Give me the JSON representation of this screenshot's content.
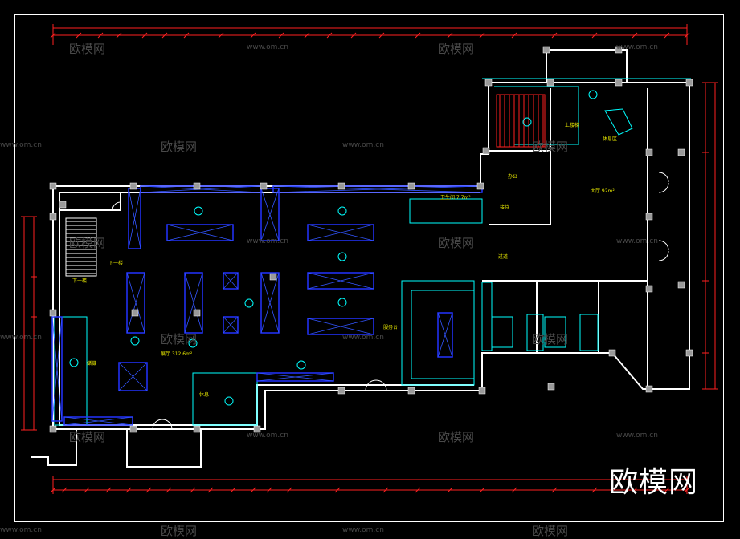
{
  "watermark": {
    "logo_text": "欧模网",
    "url_text": "www.om.cn"
  },
  "rooms": {
    "sales_hall": "展厅 312.6m²",
    "restroom": "卫生间 7.7m²",
    "lobby": "大厅 92m²",
    "upstairs": "上楼梯",
    "downstairs": "下一楼",
    "service_desk": "服务台",
    "storage": "储藏",
    "aisle": "过道",
    "office": "办公",
    "reception": "接待",
    "lounge": "休息区",
    "lounge_2": "休息"
  },
  "colors": {
    "wall": "#ffffff",
    "fixture": "#00ffff",
    "shelf": "#2233ff",
    "dimension": "#ff2020",
    "column": "#9a9a9a",
    "watermark": "#4a4a4a"
  },
  "icons": [
    "door-swing-icon",
    "column-marker-icon",
    "shelf-unit-icon",
    "circle-tag-icon",
    "staircase-icon"
  ]
}
